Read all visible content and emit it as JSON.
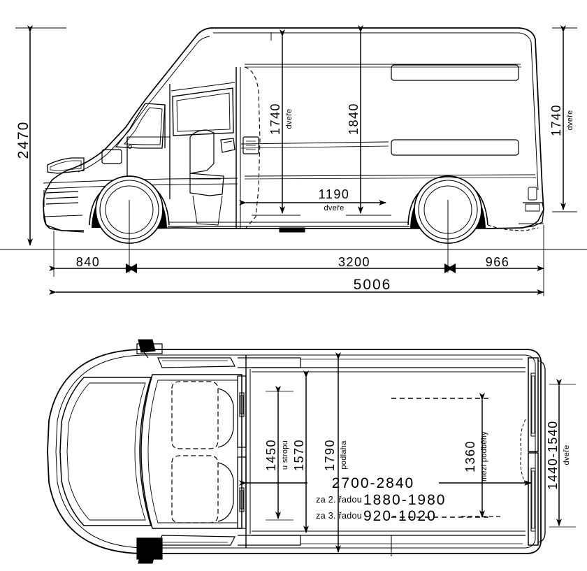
{
  "document": {
    "type": "technical-blueprint",
    "subject": "van-side-view-and-plan-view-dimension-drawing",
    "language": "cs"
  },
  "side_view": {
    "name": "side-elevation",
    "dimensions": {
      "overall_height": "2470",
      "rear_door_height": "1740",
      "rear_door_height_note": "dveře",
      "cargo_interior_height": "1840",
      "side_door_height": "1740",
      "side_door_height_note": "dveře",
      "side_door_width": "1190",
      "side_door_width_note": "dveře",
      "front_overhang": "840",
      "wheelbase": "3200",
      "rear_overhang": "966",
      "overall_length": "5006"
    }
  },
  "plan_view": {
    "name": "top-plan",
    "dimensions": {
      "width_at_ceiling": "1450",
      "width_at_ceiling_note": "u stropu",
      "mid_width": "1570",
      "floor_width": "1790",
      "floor_width_note": "podlaha",
      "between_wheel_arches": "1360",
      "between_wheel_arches_note": "mezi podběhy",
      "cargo_length": "2700-2840",
      "behind_second_row_label": "za 2. řadou",
      "behind_second_row_value": "1880-1980",
      "behind_third_row_label": "za 3. řadou",
      "behind_third_row_value": "920-1020",
      "rear_door_width": "1440-1540",
      "rear_door_width_note": "dveře"
    }
  },
  "colors": {
    "line": "#000000",
    "background": "#ffffff"
  }
}
